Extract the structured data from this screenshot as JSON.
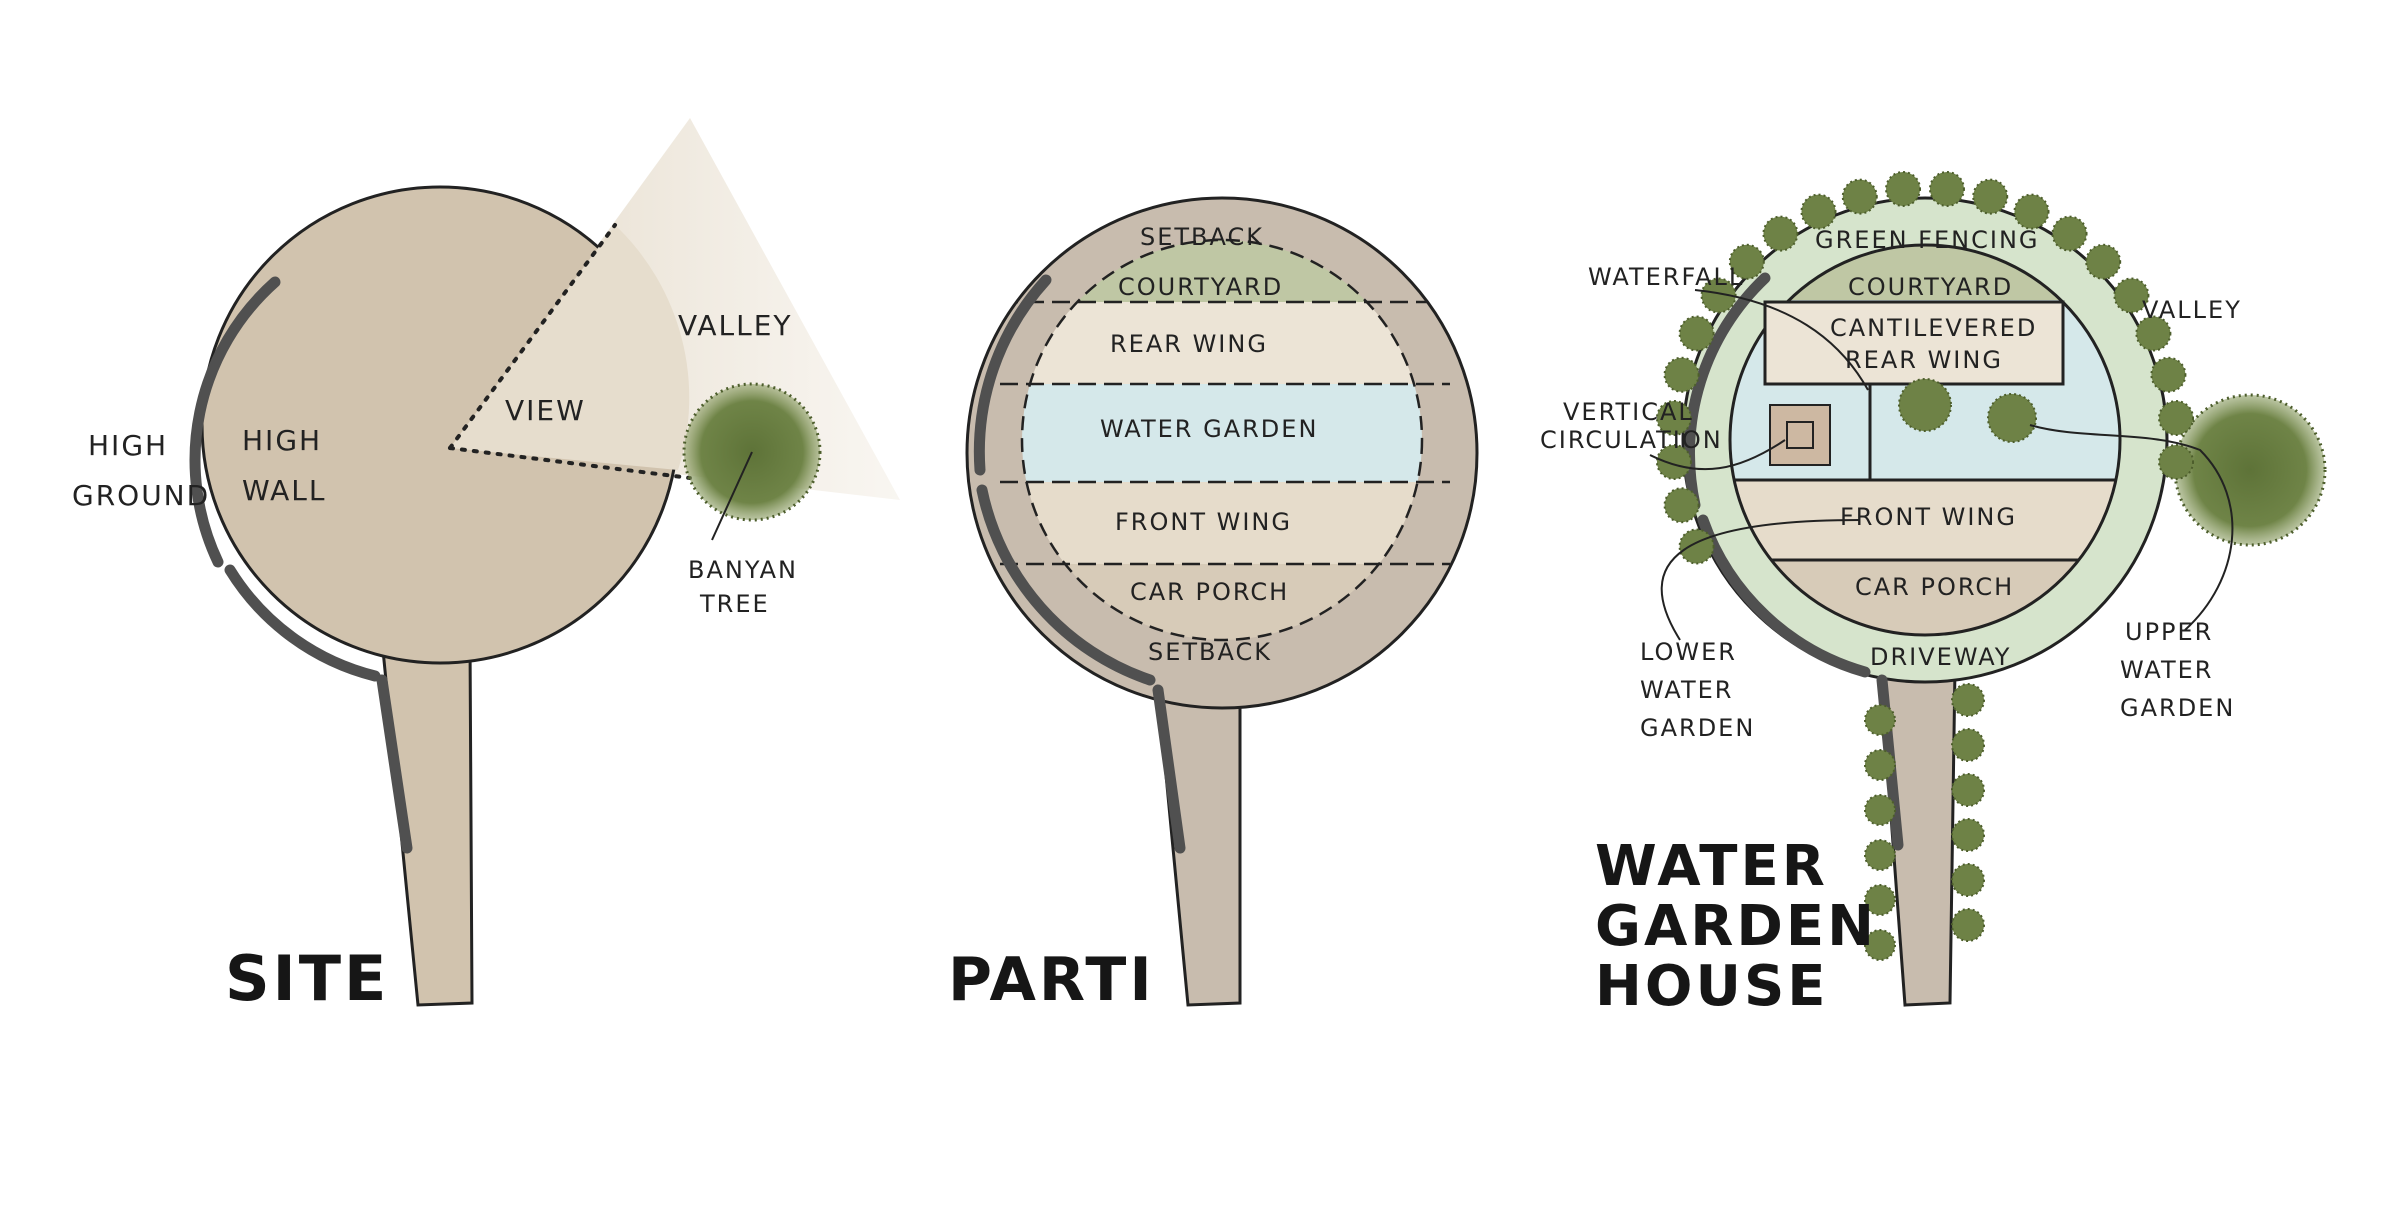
{
  "colors": {
    "ground": "#d1c3ae",
    "ring": "#c8bcae",
    "view": "#e6ddcd",
    "water": "#d5e8ea",
    "green_fence": "#d6e4cc",
    "tree": "#6e8246",
    "wall": "#505050",
    "ink": "#222222",
    "courtyard": "#bfc7a4"
  },
  "site": {
    "title": "SITE",
    "high_ground": [
      "HIGH",
      "GROUND"
    ],
    "high_wall": [
      "HIGH",
      "WALL"
    ],
    "view": "VIEW",
    "valley": "VALLEY",
    "banyan_tree": [
      "BANYAN",
      "TREE"
    ]
  },
  "parti": {
    "title": "PARTI",
    "setback_top": "SETBACK",
    "courtyard": "COURTYARD",
    "rear_wing": "REAR WING",
    "water_garden": "WATER GARDEN",
    "front_wing": "FRONT WING",
    "car_porch": "CAR PORCH",
    "setback_bottom": "SETBACK"
  },
  "house": {
    "title": [
      "WATER",
      "GARDEN",
      "HOUSE"
    ],
    "green_fencing": "GREEN FENCING",
    "waterfall": "WATERFALL",
    "courtyard": "COURTYARD",
    "rear_wing": [
      "CANTILEVERED",
      "REAR WING"
    ],
    "valley": "VALLEY",
    "vertical_circulation": [
      "VERTICAL",
      "CIRCULATION"
    ],
    "front_wing": "FRONT WING",
    "car_porch": "CAR PORCH",
    "driveway": "DRIVEWAY",
    "lower_water_garden": [
      "LOWER",
      "WATER",
      "GARDEN"
    ],
    "upper_water_garden": [
      "UPPER",
      "WATER",
      "GARDEN"
    ]
  }
}
